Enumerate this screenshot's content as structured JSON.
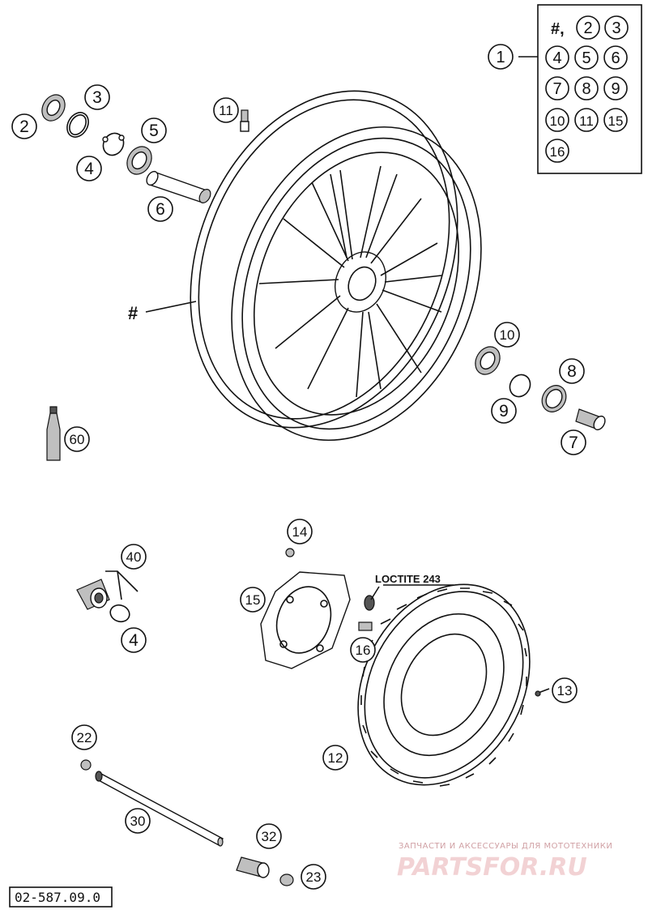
{
  "legend": {
    "row1": [
      "#,",
      "2",
      "3"
    ],
    "row2": [
      "4",
      "5",
      "6"
    ],
    "row3": [
      "7",
      "8",
      "9"
    ],
    "row4": [
      "10",
      "11",
      "15"
    ],
    "row5": [
      "16"
    ],
    "main_ref": "1"
  },
  "labels": {
    "hash": "#",
    "loctite": "LOCTITE 243",
    "doc_number": "02-587.09.0"
  },
  "callouts": {
    "c2": "2",
    "c3": "3",
    "c4": "4",
    "c5": "5",
    "c6": "6",
    "c11": "11",
    "c10": "10",
    "c8": "8",
    "c9": "9",
    "c7": "7",
    "c60": "60",
    "c14": "14",
    "c40": "40",
    "c15": "15",
    "c4b": "4",
    "c16": "16",
    "c13": "13",
    "c12": "12",
    "c22": "22",
    "c30": "30",
    "c32": "32",
    "c23": "23"
  },
  "watermark": {
    "tagline": "ЗАПЧАСТИ И АКСЕССУАРЫ ДЛЯ МОТОТЕХНИКИ",
    "brand": "PARTSFOR.RU"
  }
}
